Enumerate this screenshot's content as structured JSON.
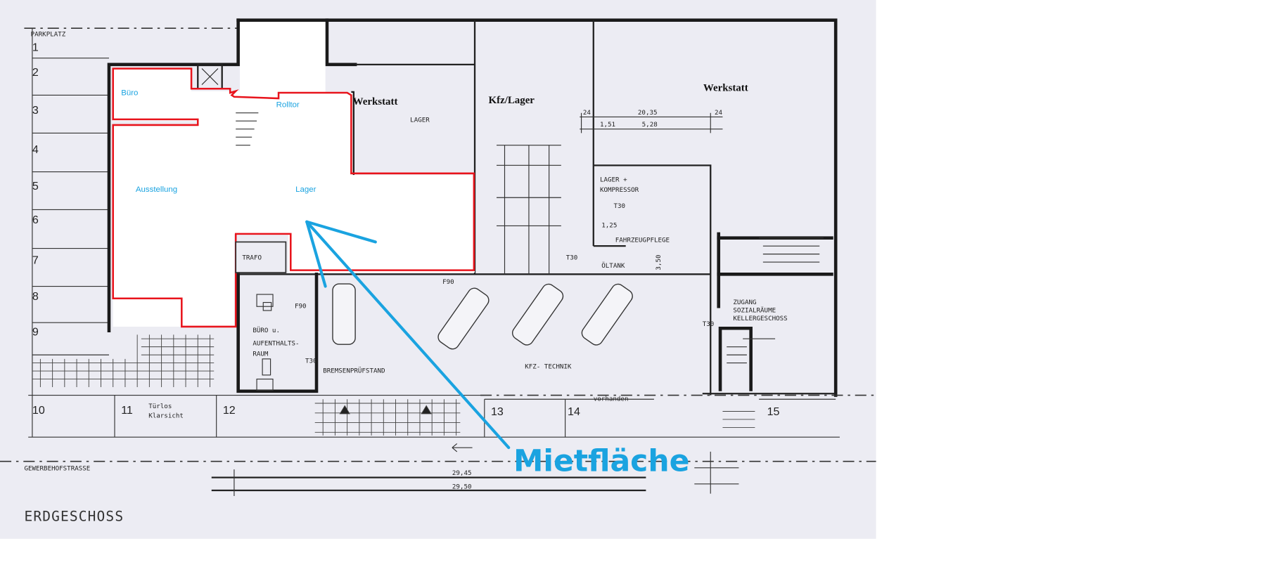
{
  "plan": {
    "title": "ERDGESCHOSS",
    "street": "GEWERBEHOFSTRASSE",
    "parking_label": "PARKPLATZ",
    "parking_numbers": [
      "1",
      "2",
      "3",
      "4",
      "5",
      "6",
      "7",
      "8",
      "9",
      "10",
      "11",
      "12",
      "13",
      "14",
      "15"
    ],
    "rental_rooms": {
      "buero": "Büro",
      "rolltor": "Rolltor",
      "ausstellung": "Ausstellung",
      "lager": "Lager"
    },
    "rooms": {
      "werkstatt_1": "Werkstatt",
      "lager_sub": "LAGER",
      "kfz_lager": "Kfz/Lager",
      "werkstatt_2": "Werkstatt",
      "lager_kompressor_1": "LAGER +",
      "lager_kompressor_2": "KOMPRESSOR",
      "fahrzeugpflege": "FAHRZEUGPFLEGE",
      "trafo": "TRAFO",
      "buero_aufenthalt_1": "BÜRO u.",
      "buero_aufenthalt_2": "AUFENTHALTS-",
      "buero_aufenthalt_3": "RAUM",
      "bremsenpruefstand": "BREMSENPRÜFSTAND",
      "kfz_technik": "KFZ-  TECHNIK",
      "oeltank": "ÖLTANK",
      "zugang_1": "ZUGANG",
      "zugang_2": "SOZIALRÄUME",
      "zugang_3": "KELLERGESCHOSS",
      "tuerlos_1": "Türlos",
      "tuerlos_2": "Klarsicht",
      "vorhanden": "vorhanden"
    },
    "marks": {
      "t30": "T30",
      "f90": "F90",
      "dim_total_1": "20,35",
      "dim_total_2": "5,28",
      "dim_151": "1,51",
      "dim_24": "24",
      "dim_125": "1,25",
      "dim_350": "3,50",
      "dim_bottom_1": "29,45",
      "dim_bottom_2": "29,50"
    },
    "annotation": "Mietfläche",
    "colors": {
      "rental_outline": "#e8141c",
      "annotation": "#1aa3e0",
      "paper": "#ececf3"
    }
  }
}
